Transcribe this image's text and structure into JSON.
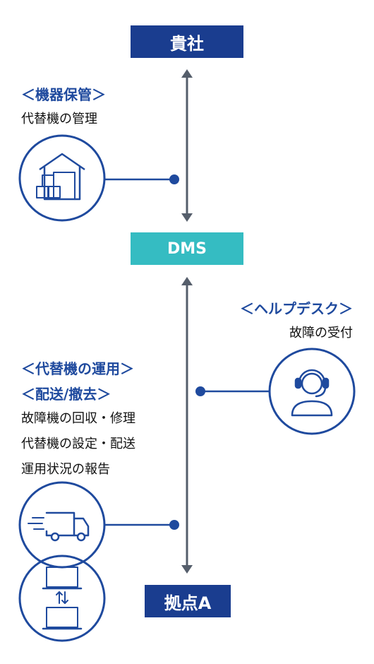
{
  "nodes": {
    "top": "貴社",
    "middle": "DMS",
    "bottom": "拠点A"
  },
  "storage": {
    "heading": "＜機器保管＞",
    "line1": "代替機の管理"
  },
  "helpdesk": {
    "heading": "＜ヘルプデスク＞",
    "line1": "故障の受付"
  },
  "operations": {
    "heading1": "＜代替機の運用＞",
    "heading2": "＜配送/撤去＞",
    "line1": "故障機の回収・修理",
    "line2": "代替機の設定・配送",
    "line3": "運用状況の報告"
  },
  "colors": {
    "navy": "#1a3d8f",
    "teal": "#35bcc2",
    "accent": "#1f4a9e",
    "arrow": "#555e6b"
  },
  "icons": [
    "warehouse-icon",
    "headset-operator-icon",
    "delivery-truck-icon",
    "laptop-exchange-icon"
  ]
}
